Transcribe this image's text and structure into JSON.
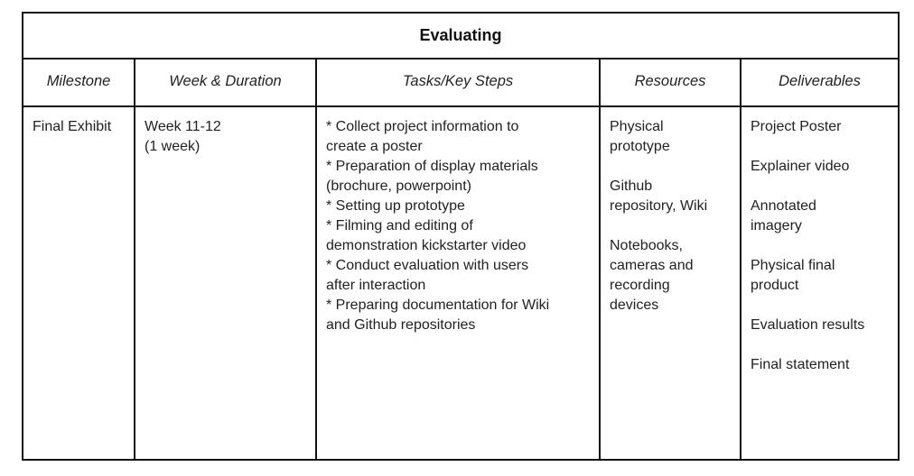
{
  "table": {
    "title": "Evaluating",
    "headers": {
      "milestone": "Milestone",
      "week_duration": "Week & Duration",
      "tasks": "Tasks/Key Steps",
      "resources": "Resources",
      "deliverables": "Deliverables"
    },
    "row": {
      "milestone": "Final Exhibit",
      "week": [
        "Week 11-12",
        "(1 week)"
      ],
      "tasks": [
        "* Collect project information to",
        "create a poster",
        "* Preparation of display materials",
        "(brochure, powerpoint)",
        "* Setting up prototype",
        "* Filming and editing of",
        "demonstration kickstarter video",
        "* Conduct evaluation with users",
        "after interaction",
        "* Preparing documentation for Wiki",
        "and Github repositories"
      ],
      "resources": [
        [
          "Physical",
          "prototype"
        ],
        [
          "Github",
          "repository, Wiki"
        ],
        [
          "Notebooks,",
          "cameras and",
          "recording",
          "devices"
        ]
      ],
      "deliverables": [
        [
          "Project Poster"
        ],
        [
          "Explainer video"
        ],
        [
          "Annotated",
          "imagery"
        ],
        [
          "Physical final",
          "product"
        ],
        [
          "Evaluation results"
        ],
        [
          "Final statement"
        ]
      ]
    }
  }
}
